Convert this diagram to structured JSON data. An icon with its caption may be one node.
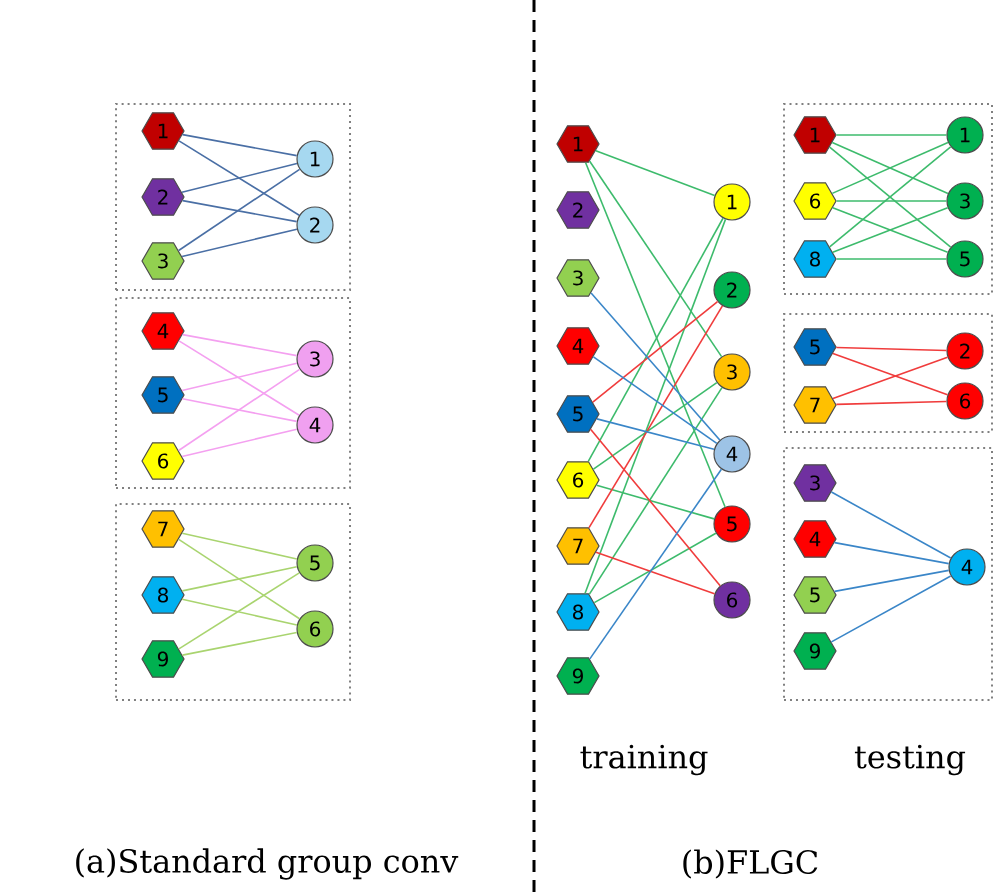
{
  "diagram": {
    "nodes": [
      {
        "text": [],
        "shape": "box"
      },
      {
        "text": [
          "1"
        ],
        "in": 0
      },
      {
        "text": [
          "2"
        ],
        "in": 0
      },
      {
        "text": [
          "3"
        ],
        "in": 0
      },
      {
        "text": [
          "1"
        ],
        "in": 0
      },
      {
        "text": [
          "2"
        ],
        "in": 0
      },
      {
        "text": [],
        "shape": "box"
      },
      {
        "text": [
          "4"
        ],
        "in": 6
      },
      {
        "text": [
          "5"
        ],
        "in": 6
      },
      {
        "text": [
          "6"
        ],
        "in": 6
      },
      {
        "text": [
          "3"
        ],
        "in": 6
      },
      {
        "text": [
          "4"
        ],
        "in": 6
      },
      {
        "text": [],
        "shape": "box"
      },
      {
        "text": [
          "7"
        ],
        "in": 12
      },
      {
        "text": [
          "8"
        ],
        "in": 12
      },
      {
        "text": [
          "9"
        ],
        "in": 12
      },
      {
        "text": [
          "5"
        ],
        "in": 12
      },
      {
        "text": [
          "6"
        ],
        "in": 12
      },
      {
        "text": [
          "1"
        ]
      },
      {
        "text": [
          "2"
        ]
      },
      {
        "text": [
          "3"
        ]
      },
      {
        "text": [
          "4"
        ]
      },
      {
        "text": [
          "5"
        ]
      },
      {
        "text": [
          "6"
        ]
      },
      {
        "text": [
          "7"
        ]
      },
      {
        "text": [
          "8"
        ]
      },
      {
        "text": [
          "9"
        ]
      },
      {
        "text": [
          "1"
        ]
      },
      {
        "text": [
          "2"
        ]
      },
      {
        "text": [
          "3"
        ]
      },
      {
        "text": [
          "4"
        ]
      },
      {
        "text": [
          "5"
        ]
      },
      {
        "text": [
          "6"
        ]
      },
      {
        "text": [],
        "shape": "box"
      },
      {
        "text": [
          "1"
        ],
        "in": 33
      },
      {
        "text": [
          "6"
        ],
        "in": 33
      },
      {
        "text": [
          "8"
        ],
        "in": 33
      },
      {
        "text": [
          "1"
        ],
        "in": 33
      },
      {
        "text": [
          "3"
        ],
        "in": 33
      },
      {
        "text": [
          "5"
        ],
        "in": 33
      },
      {
        "text": [],
        "shape": "box"
      },
      {
        "text": [
          "5"
        ],
        "in": 40
      },
      {
        "text": [
          "7"
        ],
        "in": 40
      },
      {
        "text": [
          "2"
        ],
        "in": 40
      },
      {
        "text": [
          "6"
        ],
        "in": 40
      },
      {
        "text": [],
        "shape": "box"
      },
      {
        "text": [
          "3"
        ],
        "in": 45
      },
      {
        "text": [
          "4"
        ],
        "in": 45
      },
      {
        "text": [
          "5"
        ],
        "in": 45
      },
      {
        "text": [
          "9"
        ],
        "in": 45
      },
      {
        "text": [
          "4"
        ],
        "in": 45
      }
    ],
    "edges": [
      {
        "from": 1,
        "to": 4,
        "arrow": "none",
        "color": "#4a6fa5"
      },
      {
        "from": 1,
        "to": 5,
        "arrow": "none",
        "color": "#4a6fa5"
      },
      {
        "from": 2,
        "to": 4,
        "arrow": "none",
        "color": "#4a6fa5"
      },
      {
        "from": 2,
        "to": 5,
        "arrow": "none",
        "color": "#4a6fa5"
      },
      {
        "from": 3,
        "to": 4,
        "arrow": "none",
        "color": "#4a6fa5"
      },
      {
        "from": 3,
        "to": 5,
        "arrow": "none",
        "color": "#4a6fa5"
      },
      {
        "from": 7,
        "to": 10,
        "arrow": "none",
        "color": "#f4a0f0"
      },
      {
        "from": 7,
        "to": 11,
        "arrow": "none",
        "color": "#f4a0f0"
      },
      {
        "from": 8,
        "to": 10,
        "arrow": "none",
        "color": "#f4a0f0"
      },
      {
        "from": 8,
        "to": 11,
        "arrow": "none",
        "color": "#f4a0f0"
      },
      {
        "from": 9,
        "to": 10,
        "arrow": "none",
        "color": "#f4a0f0"
      },
      {
        "from": 9,
        "to": 11,
        "arrow": "none",
        "color": "#f4a0f0"
      },
      {
        "from": 13,
        "to": 16,
        "arrow": "none",
        "color": "#a9d46f"
      },
      {
        "from": 13,
        "to": 17,
        "arrow": "none",
        "color": "#a9d46f"
      },
      {
        "from": 14,
        "to": 16,
        "arrow": "none",
        "color": "#a9d46f"
      },
      {
        "from": 14,
        "to": 17,
        "arrow": "none",
        "color": "#a9d46f"
      },
      {
        "from": 15,
        "to": 16,
        "arrow": "none",
        "color": "#a9d46f"
      },
      {
        "from": 15,
        "to": 17,
        "arrow": "none",
        "color": "#a9d46f"
      },
      {
        "from": 18,
        "to": 27,
        "arrow": "none",
        "color": "#3dbb6c"
      },
      {
        "from": 18,
        "to": 29,
        "arrow": "none",
        "color": "#3dbb6c"
      },
      {
        "from": 18,
        "to": 31,
        "arrow": "none",
        "color": "#3dbb6c"
      },
      {
        "from": 23,
        "to": 27,
        "arrow": "none",
        "color": "#3dbb6c"
      },
      {
        "from": 23,
        "to": 29,
        "arrow": "none",
        "color": "#3dbb6c"
      },
      {
        "from": 23,
        "to": 31,
        "arrow": "none",
        "color": "#3dbb6c"
      },
      {
        "from": 25,
        "to": 27,
        "arrow": "none",
        "color": "#3dbb6c"
      },
      {
        "from": 25,
        "to": 29,
        "arrow": "none",
        "color": "#3dbb6c"
      },
      {
        "from": 25,
        "to": 31,
        "arrow": "none",
        "color": "#3dbb6c"
      },
      {
        "from": 22,
        "to": 28,
        "arrow": "none",
        "color": "#f03c3c"
      },
      {
        "from": 22,
        "to": 32,
        "arrow": "none",
        "color": "#f03c3c"
      },
      {
        "from": 24,
        "to": 28,
        "arrow": "none",
        "color": "#f03c3c"
      },
      {
        "from": 24,
        "to": 32,
        "arrow": "none",
        "color": "#f03c3c"
      },
      {
        "from": 20,
        "to": 30,
        "arrow": "none",
        "color": "#3a86c8"
      },
      {
        "from": 21,
        "to": 30,
        "arrow": "none",
        "color": "#3a86c8"
      },
      {
        "from": 22,
        "to": 30,
        "arrow": "none",
        "color": "#3a86c8"
      },
      {
        "from": 26,
        "to": 30,
        "arrow": "none",
        "color": "#3a86c8"
      },
      {
        "from": 34,
        "to": 37,
        "arrow": "none",
        "color": "#3dbb6c"
      },
      {
        "from": 34,
        "to": 38,
        "arrow": "none",
        "color": "#3dbb6c"
      },
      {
        "from": 34,
        "to": 39,
        "arrow": "none",
        "color": "#3dbb6c"
      },
      {
        "from": 35,
        "to": 37,
        "arrow": "none",
        "color": "#3dbb6c"
      },
      {
        "from": 35,
        "to": 38,
        "arrow": "none",
        "color": "#3dbb6c"
      },
      {
        "from": 35,
        "to": 39,
        "arrow": "none",
        "color": "#3dbb6c"
      },
      {
        "from": 36,
        "to": 37,
        "arrow": "none",
        "color": "#3dbb6c"
      },
      {
        "from": 36,
        "to": 38,
        "arrow": "none",
        "color": "#3dbb6c"
      },
      {
        "from": 36,
        "to": 39,
        "arrow": "none",
        "color": "#3dbb6c"
      },
      {
        "from": 41,
        "to": 43,
        "arrow": "none",
        "color": "#f03c3c"
      },
      {
        "from": 41,
        "to": 44,
        "arrow": "none",
        "color": "#f03c3c"
      },
      {
        "from": 42,
        "to": 43,
        "arrow": "none",
        "color": "#f03c3c"
      },
      {
        "from": 42,
        "to": 44,
        "arrow": "none",
        "color": "#f03c3c"
      },
      {
        "from": 46,
        "to": 50,
        "arrow": "none",
        "color": "#3a86c8"
      },
      {
        "from": 47,
        "to": 50,
        "arrow": "none",
        "color": "#3a86c8"
      },
      {
        "from": 48,
        "to": 50,
        "arrow": "none",
        "color": "#3a86c8"
      },
      {
        "from": 49,
        "to": 50,
        "arrow": "none",
        "color": "#3a86c8"
      }
    ],
    "labels": [
      "training",
      "testing",
      "(a)Standard group conv",
      "(b)FLGC"
    ]
  }
}
